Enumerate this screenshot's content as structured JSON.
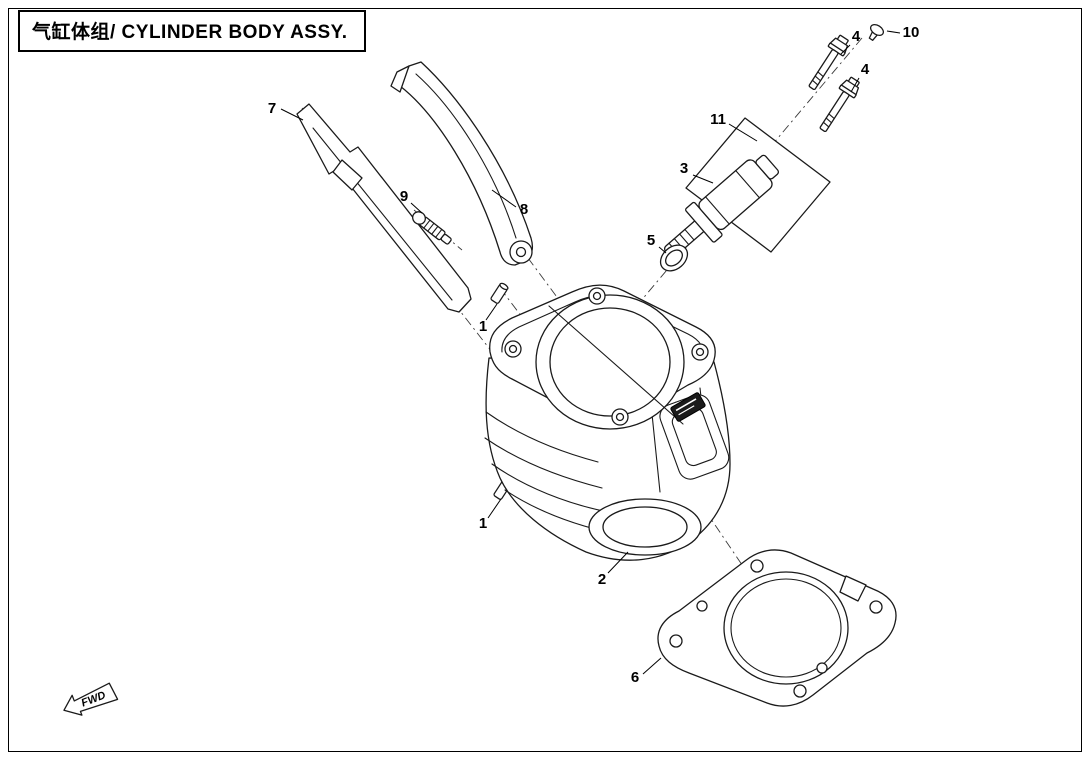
{
  "title": "气缸体组/ CYLINDER BODY ASSY.",
  "fwd_label": "FWD",
  "callouts": {
    "c1a": "1",
    "c1b": "1",
    "c2": "2",
    "c3": "3",
    "c4a": "4",
    "c4b": "4",
    "c5": "5",
    "c6": "6",
    "c7": "7",
    "c8": "8",
    "c9": "9",
    "c10": "10",
    "c11": "11"
  }
}
